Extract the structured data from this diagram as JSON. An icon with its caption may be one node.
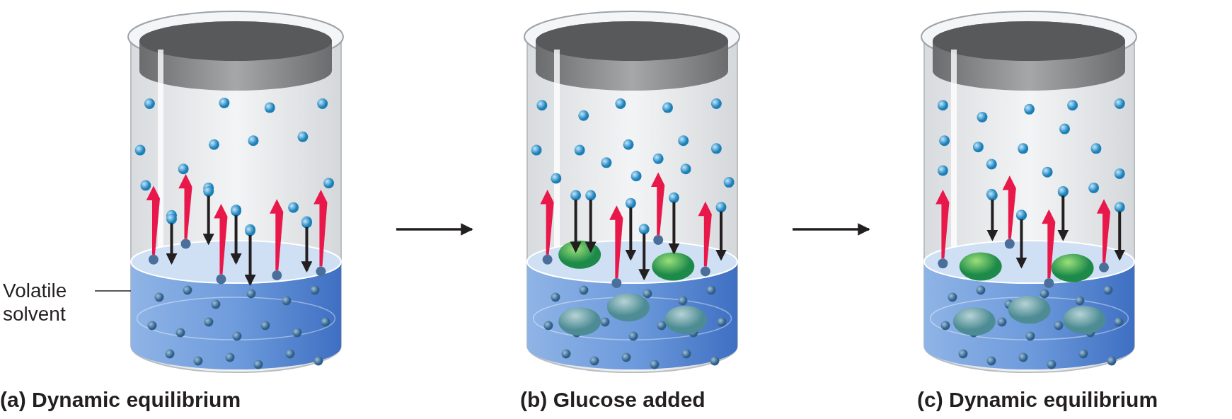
{
  "diagram": {
    "nodes": [
      {
        "text": [],
        "shape": "picture",
        "beside": [
          "(a) Dynamic equilibrium"
        ]
      },
      {
        "text": [
          "Volatile solvent"
        ]
      },
      {
        "text": [],
        "shape": "cylinder",
        "in": 0
      },
      {
        "text": [],
        "shape": "picture",
        "beside": [
          "(b) Glucose added"
        ]
      },
      {
        "text": [],
        "shape": "picture",
        "beside": [
          "(c) Dynamic equilibrium"
        ]
      }
    ],
    "edges": [
      {
        "from": 1,
        "to": 2,
        "arrow": "none"
      },
      {
        "from": 0,
        "to": 3,
        "arrow": "to"
      },
      {
        "from": 3,
        "to": 4,
        "arrow": "to"
      }
    ]
  }
}
